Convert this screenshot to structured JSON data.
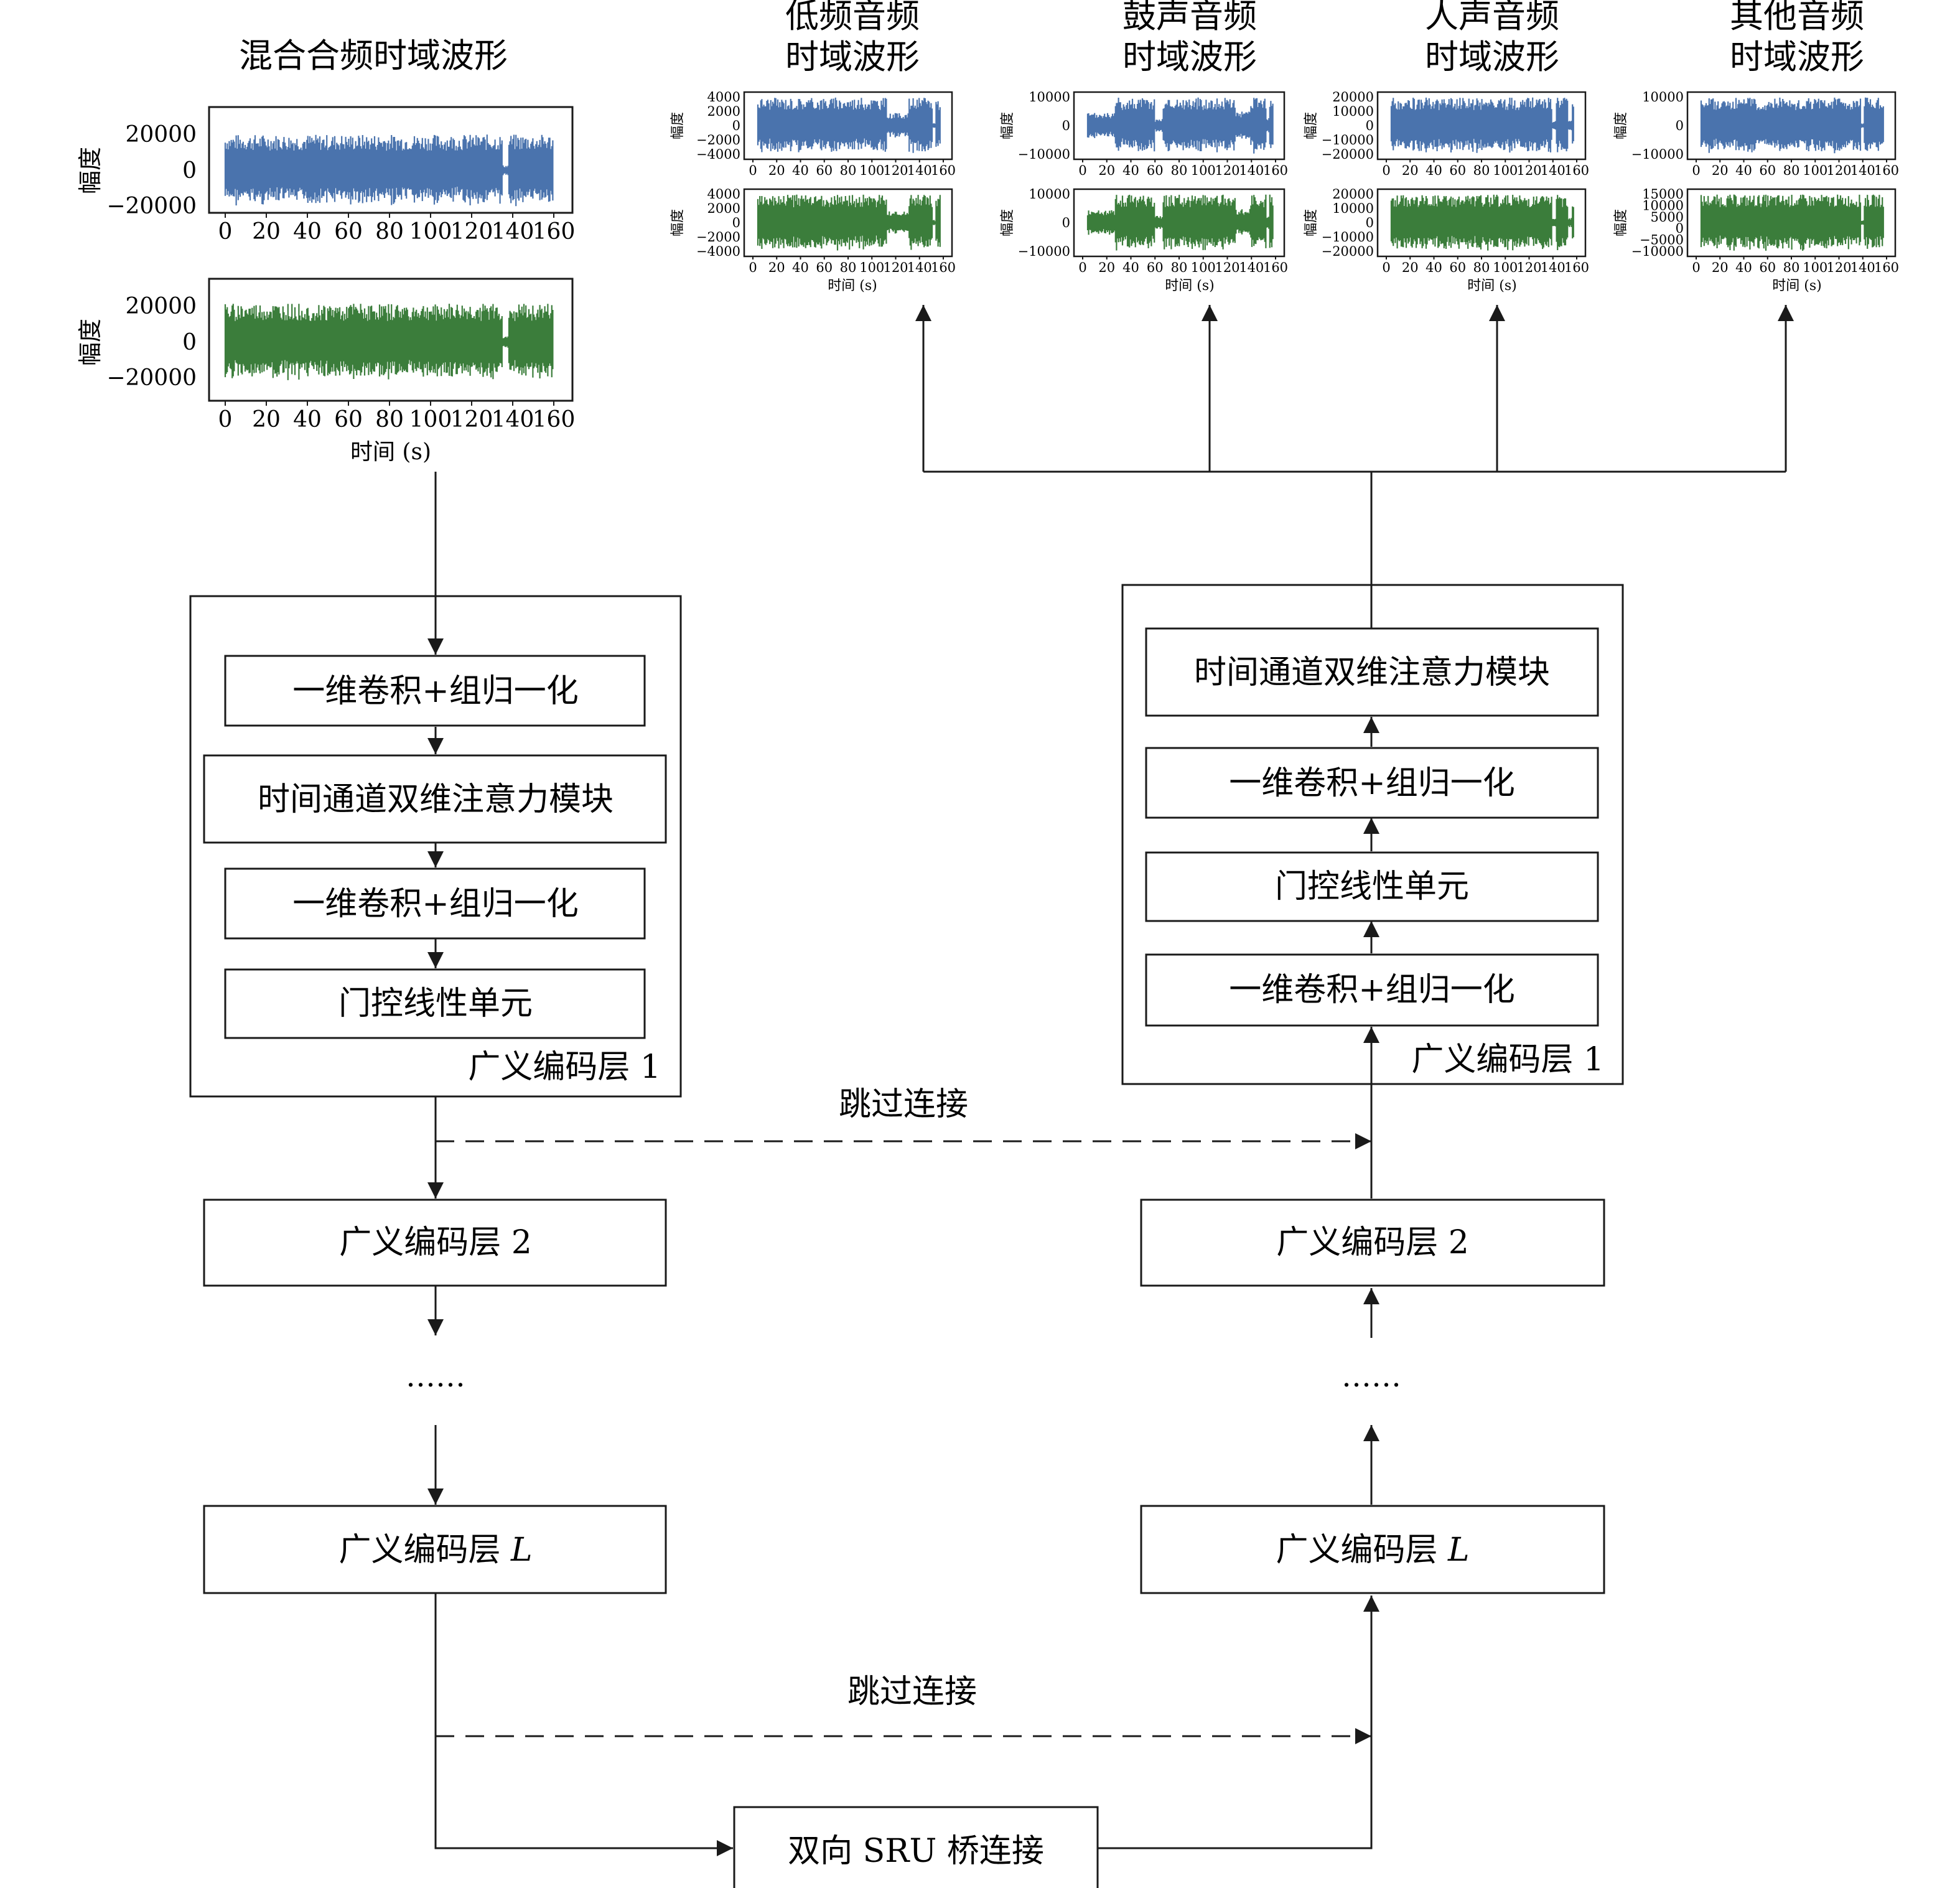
{
  "colors": {
    "wave_blue": "#4a73ad",
    "wave_green": "#3b7d3b",
    "line": "#1a1a1a"
  },
  "mix": {
    "title": "混合合频时域波形",
    "ylabel": "幅度",
    "xlabel": "时间 (s)",
    "xticks": [
      "0",
      "20",
      "40",
      "60",
      "80",
      "100",
      "120",
      "140",
      "160"
    ],
    "yticks": [
      "20000",
      "0",
      "−20000"
    ]
  },
  "outputs": [
    {
      "title_line1": "低频音频",
      "title_line2": "时域波形",
      "ylabel": "幅度",
      "xlabel": "时间 (s)",
      "yticks_top": [
        "4000",
        "2000",
        "0",
        "−2000",
        "−4000"
      ],
      "yticks_bottom": [
        "4000",
        "2000",
        "0",
        "−2000",
        "−4000"
      ]
    },
    {
      "title_line1": "鼓声音频",
      "title_line2": "时域波形",
      "ylabel": "幅度",
      "xlabel": "时间 (s)",
      "yticks_top": [
        "10000",
        "0",
        "−10000"
      ],
      "yticks_bottom": [
        "10000",
        "0",
        "−10000"
      ]
    },
    {
      "title_line1": "人声音频",
      "title_line2": "时域波形",
      "ylabel": "幅度",
      "xlabel": "时间 (s)",
      "yticks_top": [
        "20000",
        "10000",
        "0",
        "−10000",
        "−20000"
      ],
      "yticks_bottom": [
        "20000",
        "10000",
        "0",
        "−10000",
        "−20000"
      ]
    },
    {
      "title_line1": "其他音频",
      "title_line2": "时域波形",
      "ylabel": "幅度",
      "xlabel": "时间 (s)",
      "yticks_top": [
        "10000",
        "0",
        "−10000"
      ],
      "yticks_bottom": [
        "15000",
        "10000",
        "5000",
        "0",
        "−5000",
        "−10000"
      ]
    }
  ],
  "small_xticks": [
    "0",
    "20",
    "40",
    "60",
    "80",
    "100",
    "120",
    "140",
    "160"
  ],
  "encoder": {
    "conv_gn_1": "一维卷积+组归一化",
    "attention": "时间通道双维注意力模块",
    "conv_gn_2": "一维卷积+组归一化",
    "glu": "门控线性单元",
    "layer1_label": "广义编码层 1",
    "layer2": "广义编码层 2",
    "dots": "……",
    "layerL_prefix": "广义编码层 ",
    "layerL_var": "L"
  },
  "decoder": {
    "attention": "时间通道双维注意力模块",
    "conv_gn_1": "一维卷积+组归一化",
    "glu": "门控线性单元",
    "conv_gn_2": "一维卷积+组归一化",
    "layer1_label": "广义编码层 1",
    "layer2": "广义编码层 2",
    "dots": "……",
    "layerL_prefix": "广义编码层 ",
    "layerL_var": "L"
  },
  "skip_label_1": "跳过连接",
  "skip_label_2": "跳过连接",
  "bridge": "双向 SRU 桥连接"
}
